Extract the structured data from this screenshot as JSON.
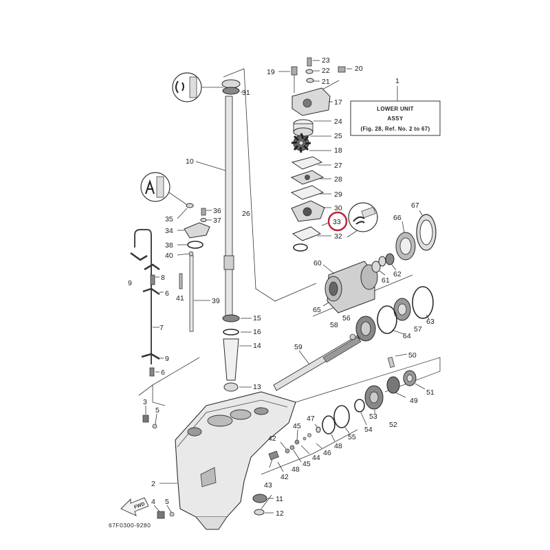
{
  "diagram": {
    "title_box": {
      "ref_number": "1",
      "line1": "LOWER UNIT",
      "line2": "ASSY",
      "line3": "(Fig. 28, Ref. No. 2 to 67)"
    },
    "figure_code": "67F0300-9280",
    "fwd_label": "FWD",
    "highlighted_part": "33",
    "labels": [
      {
        "id": "l23",
        "text": "23"
      },
      {
        "id": "l19",
        "text": "19"
      },
      {
        "id": "l22",
        "text": "22"
      },
      {
        "id": "l20",
        "text": "20"
      },
      {
        "id": "l21",
        "text": "21"
      },
      {
        "id": "l31",
        "text": "31"
      },
      {
        "id": "l17",
        "text": "17"
      },
      {
        "id": "l24",
        "text": "24"
      },
      {
        "id": "l25",
        "text": "25"
      },
      {
        "id": "l18",
        "text": "18"
      },
      {
        "id": "l27",
        "text": "27"
      },
      {
        "id": "l10",
        "text": "10"
      },
      {
        "id": "l28",
        "text": "28"
      },
      {
        "id": "l29",
        "text": "29"
      },
      {
        "id": "l67",
        "text": "67"
      },
      {
        "id": "l30",
        "text": "30"
      },
      {
        "id": "l26",
        "text": "26"
      },
      {
        "id": "l36",
        "text": "36"
      },
      {
        "id": "l35",
        "text": "35"
      },
      {
        "id": "l37",
        "text": "37"
      },
      {
        "id": "l66",
        "text": "66"
      },
      {
        "id": "l34",
        "text": "34"
      },
      {
        "id": "l32",
        "text": "32"
      },
      {
        "id": "l38",
        "text": "38"
      },
      {
        "id": "l40",
        "text": "40"
      },
      {
        "id": "l60",
        "text": "60"
      },
      {
        "id": "l62",
        "text": "62"
      },
      {
        "id": "l9a",
        "text": "9"
      },
      {
        "id": "l8",
        "text": "8"
      },
      {
        "id": "l61",
        "text": "61"
      },
      {
        "id": "l41",
        "text": "41"
      },
      {
        "id": "l6a",
        "text": "6"
      },
      {
        "id": "l39",
        "text": "39"
      },
      {
        "id": "l65",
        "text": "65"
      },
      {
        "id": "l63",
        "text": "63"
      },
      {
        "id": "l15",
        "text": "15"
      },
      {
        "id": "l7",
        "text": "7"
      },
      {
        "id": "l56",
        "text": "56"
      },
      {
        "id": "l58",
        "text": "58"
      },
      {
        "id": "l16",
        "text": "16"
      },
      {
        "id": "l57",
        "text": "57"
      },
      {
        "id": "l64",
        "text": "64"
      },
      {
        "id": "l14",
        "text": "14"
      },
      {
        "id": "l59",
        "text": "59"
      },
      {
        "id": "l9b",
        "text": "9"
      },
      {
        "id": "l50",
        "text": "50"
      },
      {
        "id": "l6b",
        "text": "6"
      },
      {
        "id": "l13",
        "text": "13"
      },
      {
        "id": "l51",
        "text": "51"
      },
      {
        "id": "l49",
        "text": "49"
      },
      {
        "id": "l3",
        "text": "3"
      },
      {
        "id": "l5a",
        "text": "5"
      },
      {
        "id": "l53",
        "text": "53"
      },
      {
        "id": "l52",
        "text": "52"
      },
      {
        "id": "l47",
        "text": "47"
      },
      {
        "id": "l54",
        "text": "54"
      },
      {
        "id": "l45a",
        "text": "45"
      },
      {
        "id": "l55",
        "text": "55"
      },
      {
        "id": "l42a",
        "text": "42"
      },
      {
        "id": "l48a",
        "text": "48"
      },
      {
        "id": "l46",
        "text": "46"
      },
      {
        "id": "l44",
        "text": "44"
      },
      {
        "id": "l45b",
        "text": "45"
      },
      {
        "id": "l48b",
        "text": "48"
      },
      {
        "id": "l42b",
        "text": "42"
      },
      {
        "id": "l2",
        "text": "2"
      },
      {
        "id": "l43",
        "text": "43"
      },
      {
        "id": "l11",
        "text": "11"
      },
      {
        "id": "l4",
        "text": "4"
      },
      {
        "id": "l5b",
        "text": "5"
      },
      {
        "id": "l12",
        "text": "12"
      }
    ]
  }
}
